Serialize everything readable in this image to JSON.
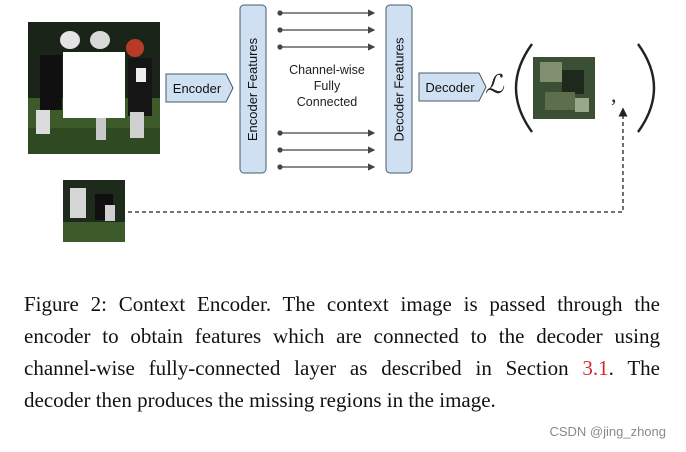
{
  "diagram": {
    "encoder_label": "Encoder",
    "encoder_features_label": "Encoder Features",
    "fc_label_lines": [
      "Channel-wise",
      "Fully",
      "Connected"
    ],
    "decoder_features_label": "Decoder Features",
    "decoder_label": "Decoder",
    "loss_symbol": "ℒ",
    "comma": ",",
    "colors": {
      "box_fill": "#cfe0f3",
      "box_stroke": "#4a5a6a",
      "arrow": "#444444",
      "photo_dark": "#1c2a1c",
      "field_green": "#3d5a2a"
    }
  },
  "caption": {
    "prefix": "Figure 2: Context Encoder. The context image is passed through the encoder to obtain features which are connected to the decoder using channel-wise fully-connected layer as described in Section ",
    "ref": "3.1",
    "suffix": ". The decoder then produces the missing regions in the image."
  },
  "watermark": "CSDN @jing_zhong"
}
